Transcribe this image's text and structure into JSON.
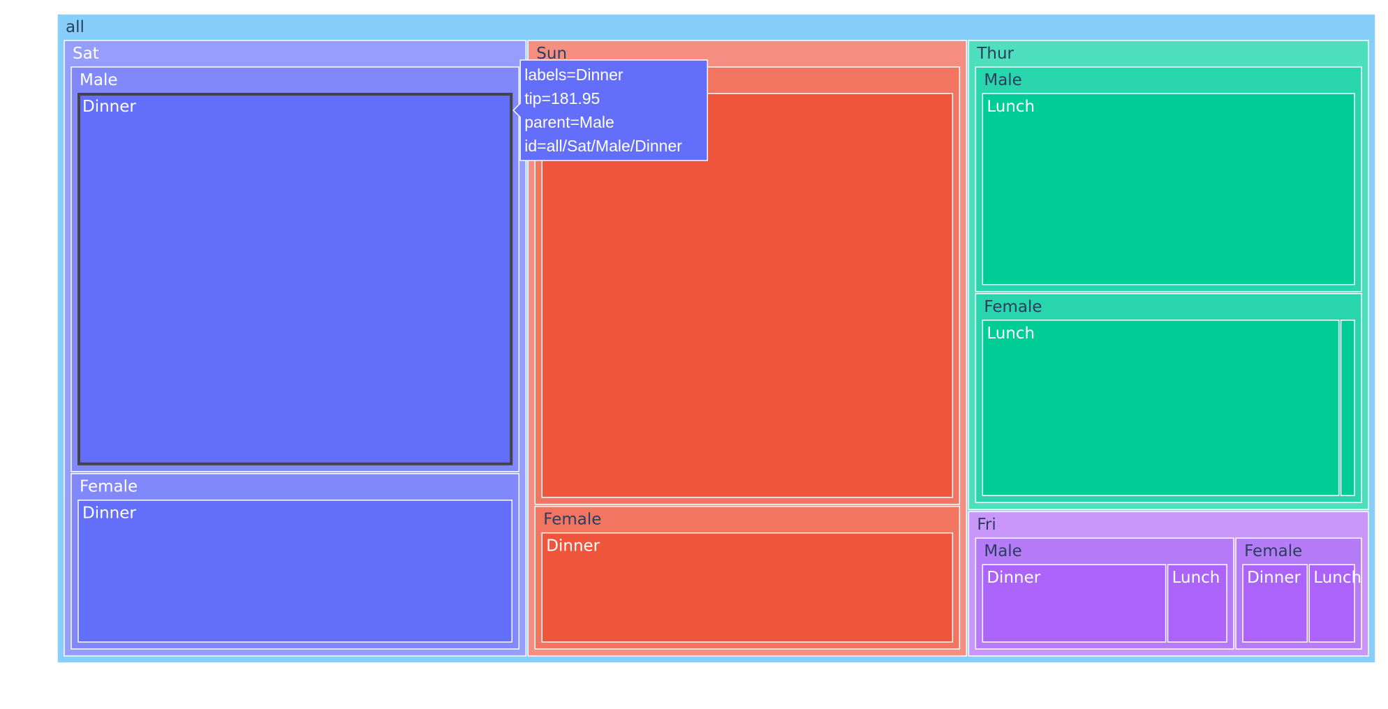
{
  "chart_data": {
    "type": "treemap",
    "root": "all",
    "nodes": [
      {
        "id": "all",
        "label": "all",
        "parent": ""
      },
      {
        "id": "all/Sat",
        "label": "Sat",
        "parent": "all",
        "color": "#959EFC"
      },
      {
        "id": "all/Sat/Male",
        "label": "Male",
        "parent": "all/Sat",
        "color": "#8189FA"
      },
      {
        "id": "all/Sat/Male/Dinner",
        "label": "Dinner",
        "parent": "all/Sat/Male",
        "value": 181.95,
        "color": "#636EFA"
      },
      {
        "id": "all/Sat/Female",
        "label": "Female",
        "parent": "all/Sat",
        "color": "#8189FA"
      },
      {
        "id": "all/Sat/Female/Dinner",
        "label": "Dinner",
        "parent": "all/Sat/Female",
        "value": 78.45,
        "color": "#636EFA"
      },
      {
        "id": "all/Sun",
        "label": "Sun",
        "parent": "all",
        "color": "#F58E80"
      },
      {
        "id": "all/Sun/Male",
        "label": "Male",
        "parent": "all/Sun",
        "color": "#F27562"
      },
      {
        "id": "all/Sun/Male/Dinner",
        "label": "Dinner",
        "parent": "all/Sun/Male",
        "value": 186.78,
        "color": "#EF553B"
      },
      {
        "id": "all/Sun/Female",
        "label": "Female",
        "parent": "all/Sun",
        "color": "#F27562"
      },
      {
        "id": "all/Sun/Female/Dinner",
        "label": "Dinner",
        "parent": "all/Sun/Female",
        "value": 60.61,
        "color": "#EF553B"
      },
      {
        "id": "all/Thur",
        "label": "Thur",
        "parent": "all",
        "color": "#4EDFBC"
      },
      {
        "id": "all/Thur/Male",
        "label": "Male",
        "parent": "all/Thur",
        "color": "#29D5AC"
      },
      {
        "id": "all/Thur/Male/Lunch",
        "label": "Lunch",
        "parent": "all/Thur/Male",
        "value": 89.41,
        "color": "#00CC96"
      },
      {
        "id": "all/Thur/Female",
        "label": "Female",
        "parent": "all/Thur",
        "color": "#29D5AC"
      },
      {
        "id": "all/Thur/Female/Lunch",
        "label": "Lunch",
        "parent": "all/Thur/Female",
        "value": 79.42,
        "color": "#00CC96"
      },
      {
        "id": "all/Thur/Female/Dinner",
        "label": "",
        "parent": "all/Thur/Female",
        "value": 3.0,
        "color": "#00CC96"
      },
      {
        "id": "all/Fri",
        "label": "Fri",
        "parent": "all",
        "color": "#C897F9"
      },
      {
        "id": "all/Fri/Male",
        "label": "Male",
        "parent": "all/Fri",
        "color": "#B67CF8"
      },
      {
        "id": "all/Fri/Male/Dinner",
        "label": "Dinner",
        "parent": "all/Fri/Male",
        "value": 26.93,
        "color": "#AB63FA"
      },
      {
        "id": "all/Fri/Male/Lunch",
        "label": "Lunch",
        "parent": "all/Fri/Male",
        "value": 8.58,
        "color": "#AB63FA"
      },
      {
        "id": "all/Fri/Female",
        "label": "Female",
        "parent": "all/Fri",
        "color": "#B67CF8"
      },
      {
        "id": "all/Fri/Female/Dinner",
        "label": "Dinner",
        "parent": "all/Fri/Female",
        "value": 10.2,
        "color": "#AB63FA"
      },
      {
        "id": "all/Fri/Female/Lunch",
        "label": "Lunch",
        "parent": "all/Fri/Female",
        "value": 6.94,
        "color": "#AB63FA"
      }
    ],
    "root_color": "#87CEFA",
    "selected": "all/Sat/Male/Dinner"
  },
  "tooltip": {
    "target": "all/Sat/Male/Dinner",
    "color": "#636EFA",
    "lines": [
      "labels=Dinner",
      "tip=181.95",
      "parent=Male",
      "id=all/Sat/Male/Dinner"
    ]
  }
}
